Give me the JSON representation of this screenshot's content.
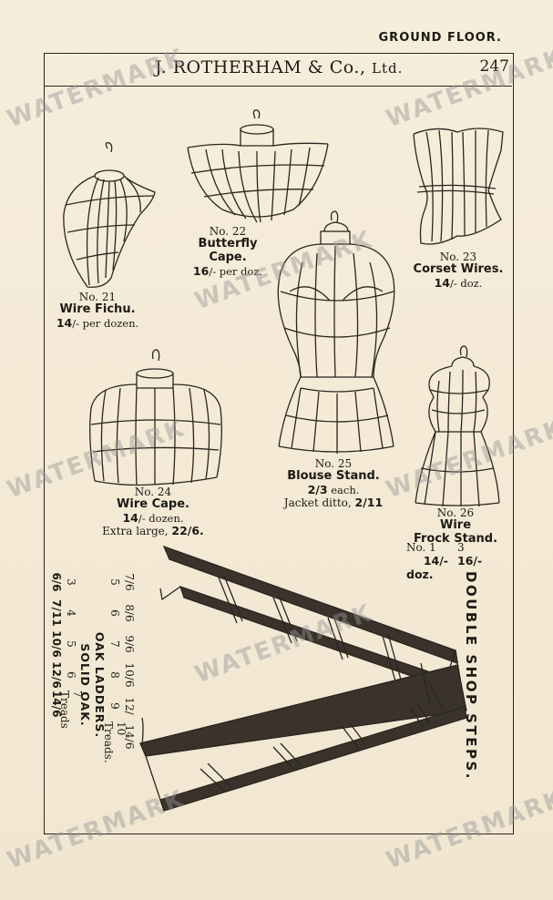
{
  "header": {
    "floor": "GROUND FLOOR.",
    "firm": "J. ROTHERHAM & Co.,",
    "firm_suffix": "Ltd.",
    "page_number": "247"
  },
  "items": {
    "wire_fichu": {
      "number": "No. 21",
      "name": "Wire Fichu.",
      "price": "14",
      "price_suffix": "/- per dozen."
    },
    "butterfly_cape": {
      "number": "No. 22",
      "name_line1": "Butterfly",
      "name_line2": "Cape.",
      "price": "16",
      "price_suffix": "/- per doz."
    },
    "corset_wires": {
      "number": "No. 23",
      "name": "Corset Wires.",
      "price": "14",
      "price_suffix": "/- doz."
    },
    "wire_cape": {
      "number": "No. 24",
      "name": "Wire Cape.",
      "price": "14",
      "price_suffix": "/- dozen.",
      "extra_label": "Extra large,",
      "extra_price": "22/6."
    },
    "blouse_stand": {
      "number": "No. 25",
      "name": "Blouse Stand.",
      "price": "2/3",
      "price_suffix": " each.",
      "extra_label": "Jacket ditto,",
      "extra_price": "2/11"
    },
    "frock_stand": {
      "number": "No. 26",
      "name_line1": "Wire",
      "name_line2": "Frock Stand.",
      "size_label_1": "No. 1",
      "size_label_3": "3",
      "price_1": "14/-",
      "price_3": "16/- doz."
    }
  },
  "shop_steps": {
    "title": "DOUBLE SHOP STEPS.",
    "treads_header": [
      "3",
      "4",
      "5",
      "6",
      "7 Treads"
    ],
    "solid_oak_label": "SOLID OAK.",
    "solid_oak_prices": [
      "6/6",
      "7/11",
      "10/6",
      "12/6",
      "14/6"
    ],
    "ladder_header": [
      "5",
      "6",
      "7",
      "8",
      "9",
      "10 Treads."
    ],
    "oak_ladders_label": "OAK LADDERS.",
    "oak_ladder_prices": [
      "7/6",
      "8/6",
      "9/6",
      "10/6",
      "12/",
      "14/6"
    ]
  },
  "watermark": "WATERMARK"
}
